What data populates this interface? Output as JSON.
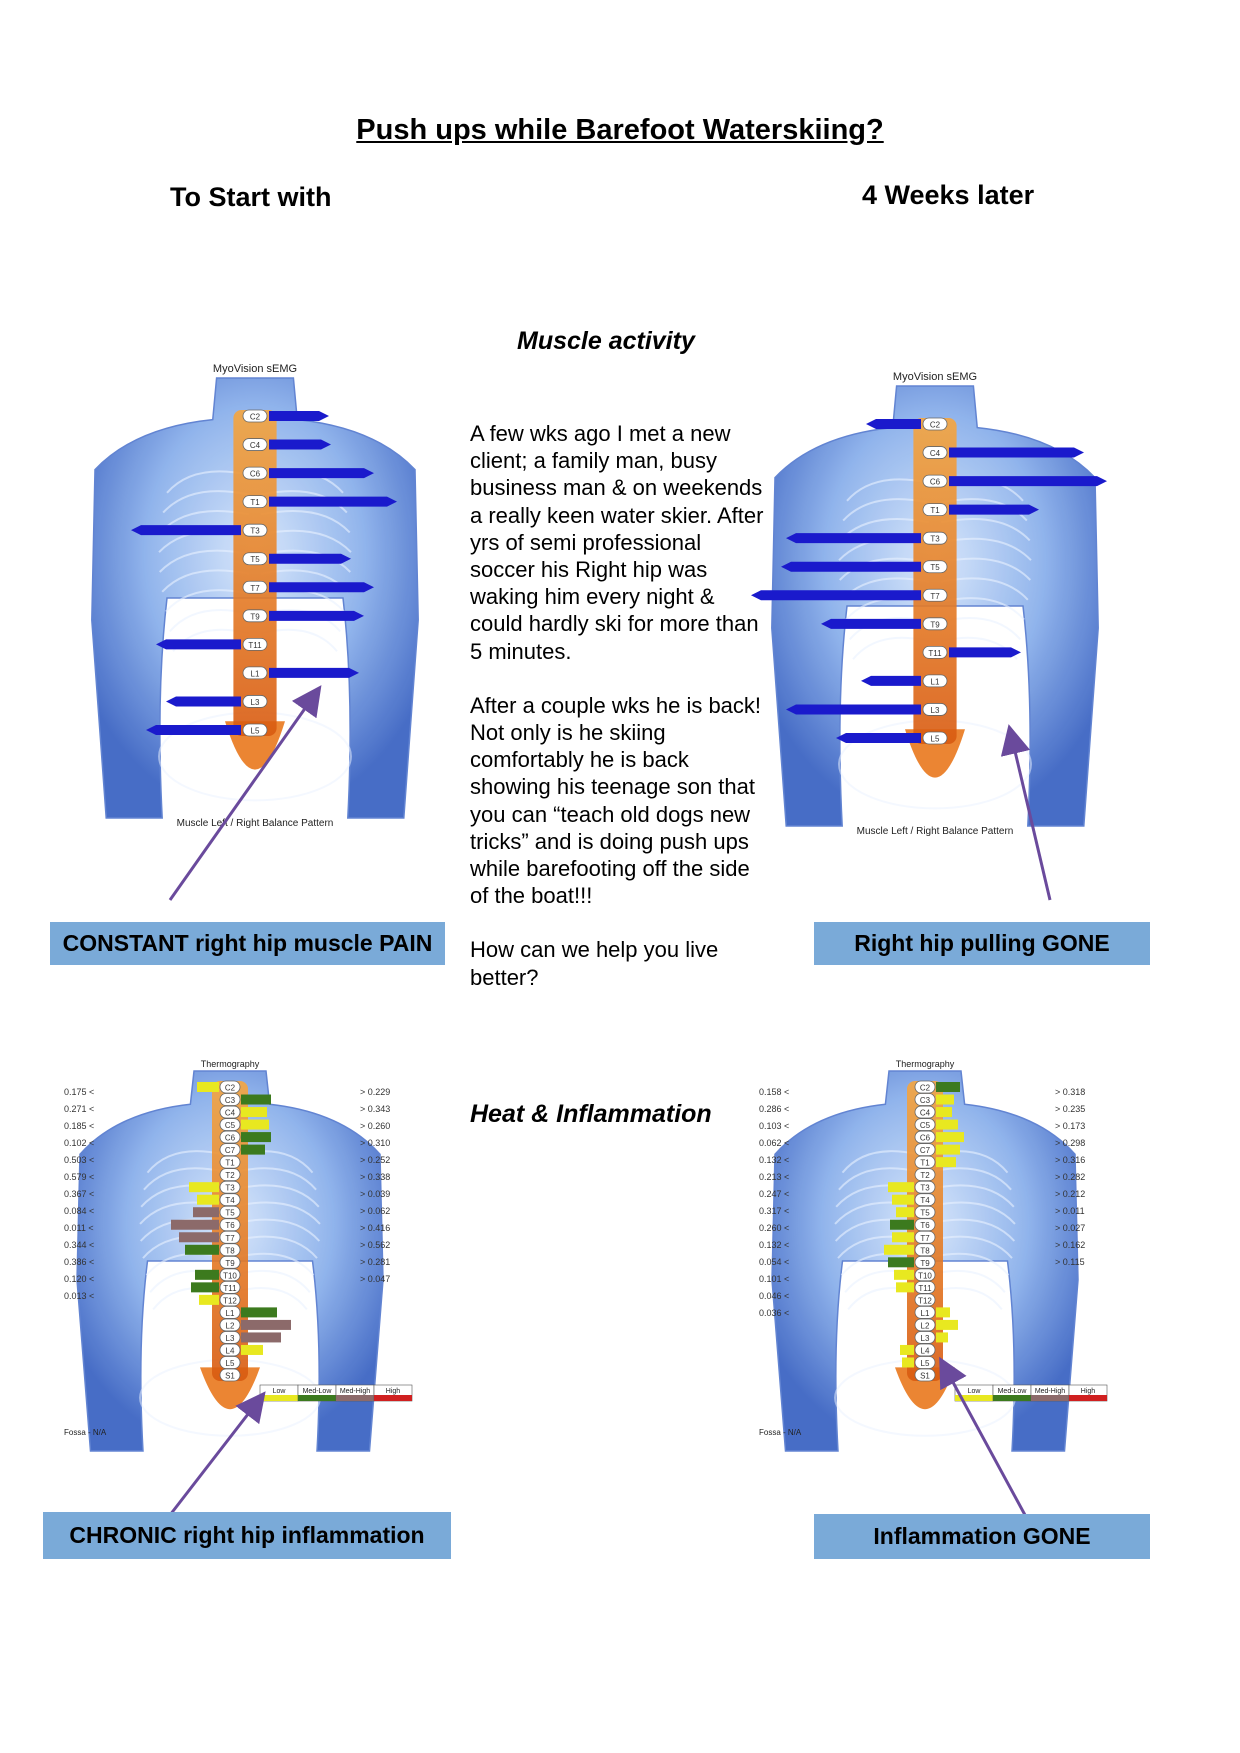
{
  "title": "Push ups while Barefoot Waterskiing?",
  "columns": {
    "left": "To Start with",
    "right": "4 Weeks later"
  },
  "sections": {
    "muscle": "Muscle activity",
    "heat": "Heat & Inflammation"
  },
  "story": {
    "paragraph1": "A few wks ago I met a new client; a family man, busy business man & on weekends a really keen water skier. After yrs of semi professional soccer his Right hip was waking him every night & could hardly ski for more than 5 minutes.",
    "paragraph2": "After a couple wks he is back! Not only is he skiing comfortably he is back showing his teenage son that you can “teach old dogs new tricks” and is doing push ups while barefooting off the side of the boat!!!",
    "paragraph3": "How can we help you live better?"
  },
  "callouts": {
    "emg_before": "CONSTANT right hip muscle PAIN",
    "emg_after": "Right hip pulling GONE",
    "thermo_before": "CHRONIC right hip inflammation",
    "thermo_after": "Inflammation GONE"
  },
  "figures": {
    "emg_header": "MyoVision sEMG",
    "emg_footer": "Muscle Left / Right Balance Pattern",
    "thermo_header": "Thermography",
    "thermo_footer": "Fossa - N/A",
    "legend": [
      "Low",
      "Med-Low",
      "Med-High",
      "High"
    ],
    "legend_colors": [
      "#e8e820",
      "#3c7a1e",
      "#8c6a6a",
      "#d02020"
    ],
    "emg_color": "#1a1acc",
    "emg_labels": [
      "C2",
      "C4",
      "C6",
      "T1",
      "T3",
      "T5",
      "T7",
      "T9",
      "T11",
      "L1",
      "L3",
      "L5"
    ],
    "thermo_labels": [
      "C2",
      "C3",
      "C4",
      "C5",
      "C6",
      "C7",
      "T1",
      "T2",
      "T3",
      "T4",
      "T5",
      "T6",
      "T7",
      "T8",
      "T9",
      "T10",
      "T11",
      "T12",
      "L1",
      "L2",
      "L3",
      "L4",
      "L5",
      "S1"
    ],
    "emg_before_bars": [
      {
        "level": "C2",
        "side": "right",
        "length": 50
      },
      {
        "level": "C4",
        "side": "right",
        "length": 52
      },
      {
        "level": "C6",
        "side": "right",
        "length": 95
      },
      {
        "level": "T1",
        "side": "right",
        "length": 118
      },
      {
        "level": "T3",
        "side": "left",
        "length": 100
      },
      {
        "level": "T5",
        "side": "right",
        "length": 72
      },
      {
        "level": "T7",
        "side": "right",
        "length": 95
      },
      {
        "level": "T9",
        "side": "right",
        "length": 85
      },
      {
        "level": "T11",
        "side": "left",
        "length": 75
      },
      {
        "level": "L1",
        "side": "right",
        "length": 80
      },
      {
        "level": "L3",
        "side": "left",
        "length": 65
      },
      {
        "level": "L5",
        "side": "left",
        "length": 85
      }
    ],
    "emg_after_bars": [
      {
        "level": "C2",
        "side": "left",
        "length": 45
      },
      {
        "level": "C4",
        "side": "right",
        "length": 125
      },
      {
        "level": "C6",
        "side": "right",
        "length": 148
      },
      {
        "level": "T1",
        "side": "right",
        "length": 80
      },
      {
        "level": "T3",
        "side": "left",
        "length": 125
      },
      {
        "level": "T5",
        "side": "left",
        "length": 130
      },
      {
        "level": "T7",
        "side": "left",
        "length": 160
      },
      {
        "level": "T9",
        "side": "left",
        "length": 90
      },
      {
        "level": "T11",
        "side": "right",
        "length": 62
      },
      {
        "level": "L1",
        "side": "left",
        "length": 50
      },
      {
        "level": "L3",
        "side": "left",
        "length": 125
      },
      {
        "level": "L5",
        "side": "left",
        "length": 75
      }
    ],
    "thermo_before_values_left": [
      "0.175",
      "0.271",
      "0.185",
      "0.102",
      "0.503",
      "0.579",
      "0.367",
      "0.084",
      "0.011",
      "0.344",
      "0.386",
      "0.120",
      "0.013"
    ],
    "thermo_before_values_right": [
      "0.229",
      "0.343",
      "0.260",
      "0.310",
      "0.252",
      "0.338",
      "0.039",
      "0.062",
      "0.416",
      "0.562",
      "0.281",
      "0.047"
    ],
    "thermo_after_values_left": [
      "0.158",
      "0.286",
      "0.103",
      "0.062",
      "0.132",
      "0.213",
      "0.247",
      "0.317",
      "0.260",
      "0.132",
      "0.054",
      "0.101",
      "0.046",
      "0.036"
    ],
    "thermo_after_values_right": [
      "0.318",
      "0.235",
      "0.173",
      "0.298",
      "0.316",
      "0.282",
      "0.212",
      "0.011",
      "0.027",
      "0.162",
      "0.115"
    ]
  }
}
